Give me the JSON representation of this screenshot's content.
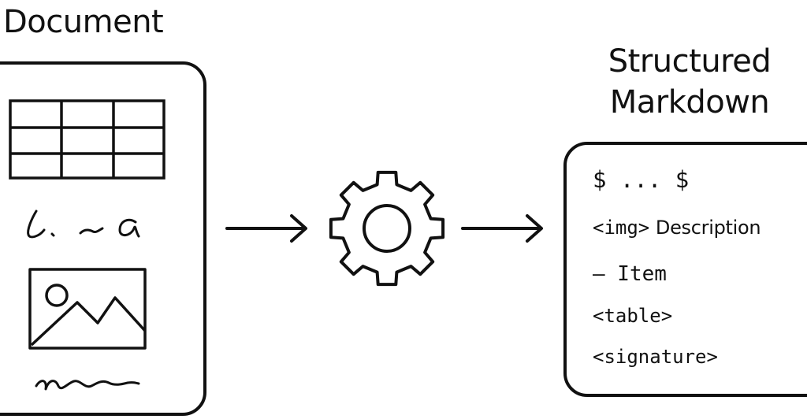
{
  "document_label": "Document",
  "output_label": {
    "line1": "Structured",
    "line2": "Markdown"
  },
  "markdown_lines": {
    "math": "$ ... $",
    "img_tag": "<img>",
    "img_desc": "Description",
    "list_item": "– Item",
    "table_tag": "<table>",
    "signature_tag": "<signature>"
  },
  "icons": {
    "document_contents": [
      "table-icon",
      "handwriting-icon",
      "image-icon",
      "signature-icon"
    ],
    "process": "gear-icon",
    "flow": "arrow-right-icon"
  },
  "colors": {
    "stroke": "#111111",
    "background": "#ffffff"
  }
}
